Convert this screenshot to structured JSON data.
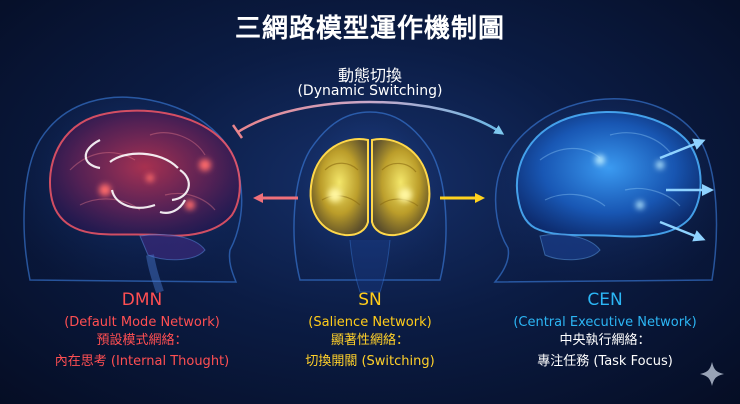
{
  "title": "三網路模型運作機制圖",
  "switching": {
    "label_zh": "動態切換",
    "label_en": "(Dynamic Switching)"
  },
  "networks": [
    {
      "abbr": "DMN",
      "full_name": "(Default Mode Network)",
      "name_zh": "預設模式網絡：",
      "function": "內在思考 (Internal Thought)",
      "color": "#ff4f52"
    },
    {
      "abbr": "SN",
      "full_name": "(Salience Network)",
      "name_zh": "顯著性網絡：",
      "function": "切換開關 (Switching)",
      "color": "#ffcc1a"
    },
    {
      "abbr": "CEN",
      "full_name": "(Central Executive Network)",
      "name_zh": "中央執行網絡：",
      "function": "專注任務 (Task Focus)",
      "color": "#2cb6f5"
    }
  ],
  "icons": {
    "corner": "sparkle-icon"
  }
}
